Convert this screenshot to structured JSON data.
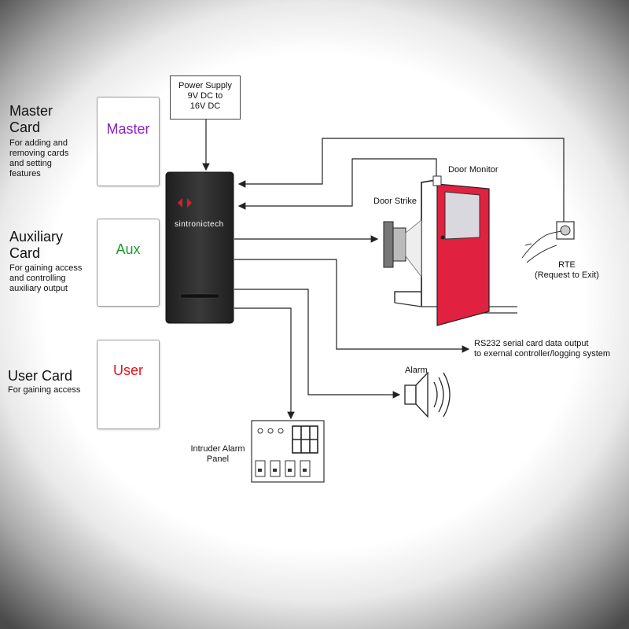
{
  "cards": {
    "master": {
      "title_line1": "Master",
      "title_line2": "Card",
      "desc": [
        "For adding and",
        "removing  cards",
        "and setting",
        "features"
      ],
      "name": "Master",
      "color": "#8b1fc4",
      "icon": "square-icon"
    },
    "aux": {
      "title_line1": "Auxiliary",
      "title_line2": "Card",
      "desc": [
        "For gaining access",
        "and controlling",
        "auxiliary output"
      ],
      "name": "Aux",
      "color": "#1e9a2c",
      "icon": "circle-icon"
    },
    "user": {
      "title": "User Card",
      "desc": "For gaining access",
      "name": "User",
      "color": "#e0141e",
      "icon": "triangle-icon"
    }
  },
  "power_supply": {
    "line1": "Power Supply",
    "line2": "9V DC to",
    "line3": "16V DC"
  },
  "reader": {
    "brand": "sintronictech",
    "color": "#2a2a2a",
    "logo_color": "#d32027"
  },
  "door": {
    "monitor_label": "Door Monitor",
    "strike_label": "Door Strike",
    "color": "#e0213f"
  },
  "rte": {
    "line1": "RTE",
    "line2": "(Request to Exit)"
  },
  "rs232": {
    "line1": "RS232 serial card data output",
    "line2": "to exernal controller/logging system"
  },
  "alarm": {
    "label": "Alarm"
  },
  "intruder": {
    "line1": "Intruder Alarm",
    "line2": "Panel"
  }
}
